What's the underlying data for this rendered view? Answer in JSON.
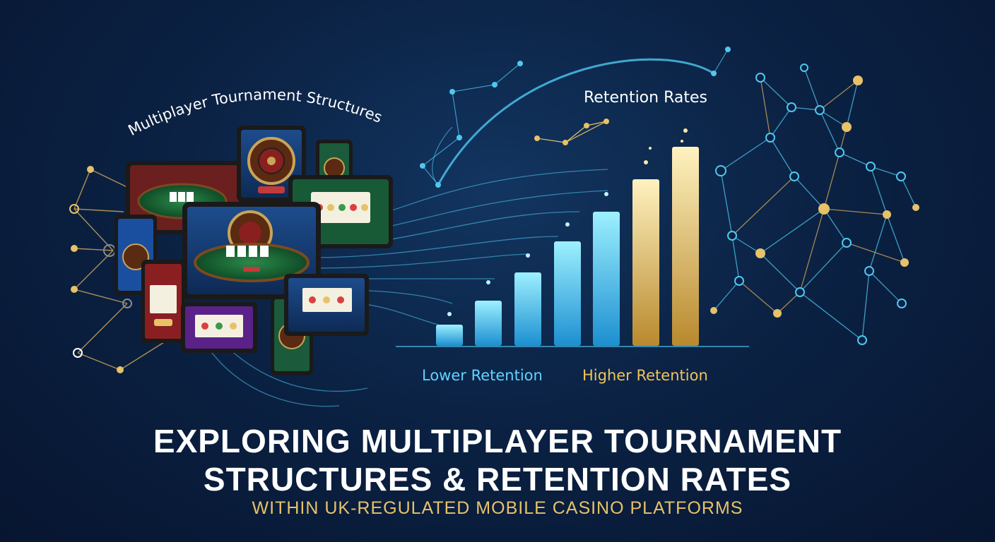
{
  "section_label": "Multiplayer Tournament Structures",
  "chart_title": "Retention Rates",
  "legend": {
    "low": "Lower Retention",
    "high": "Higher Retention"
  },
  "headline": {
    "line1": "EXPLORING MULTIPLAYER TOURNAMENT",
    "line2": "STRUCTURES & RETENTION RATES",
    "line3": "WITHIN UK-REGULATED MOBILE CASINO PLATFORMS"
  },
  "colors": {
    "cyan_accent": "#4fc8f0",
    "gold_accent": "#e8c268",
    "background": "#0b2244"
  }
}
